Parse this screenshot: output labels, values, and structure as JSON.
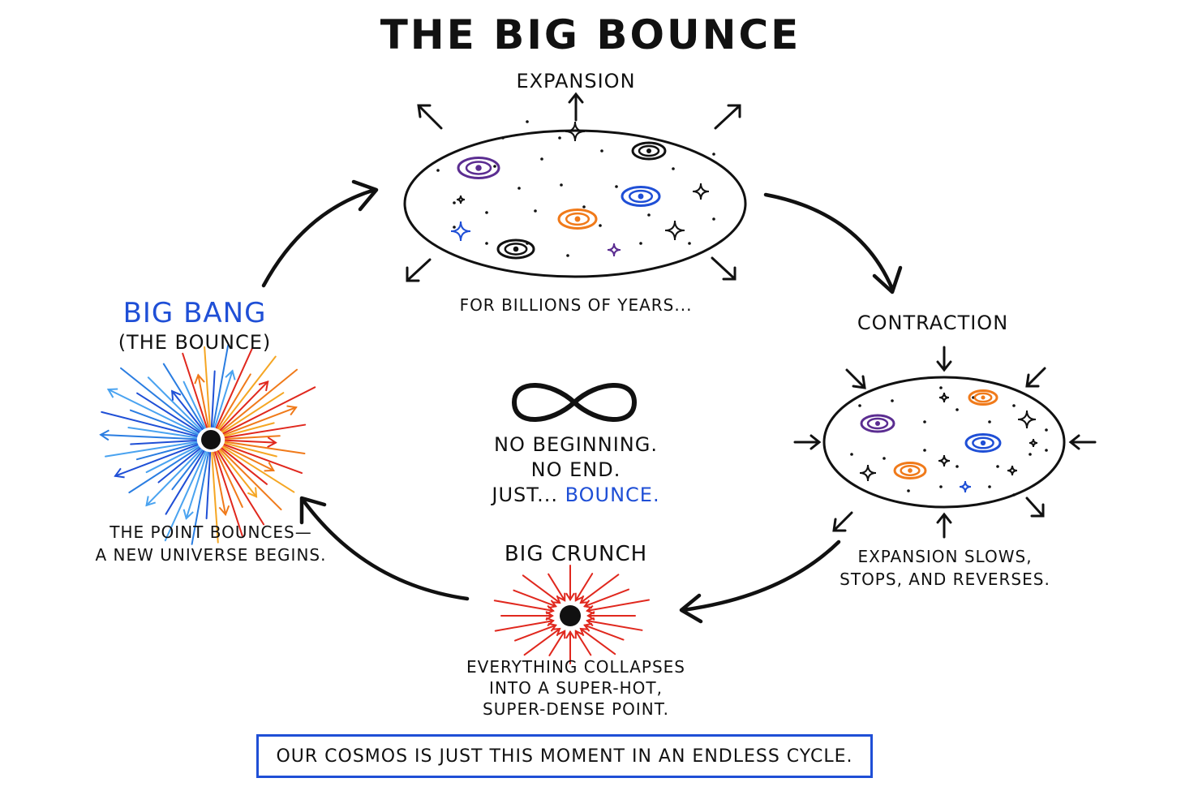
{
  "title": "THE BIG BOUNCE",
  "expansion": {
    "label": "EXPANSION",
    "caption": "FOR BILLIONS OF YEARS..."
  },
  "contraction": {
    "label": "CONTRACTION",
    "caption_lines": [
      "EXPANSION SLOWS,",
      "STOPS, AND REVERSES."
    ]
  },
  "big_bang": {
    "label": "BIG BANG",
    "sublabel": "(THE BOUNCE)",
    "caption_lines": [
      "THE POINT BOUNCES—",
      "A NEW UNIVERSE BEGINS."
    ]
  },
  "big_crunch": {
    "label": "BIG CRUNCH",
    "caption_lines": [
      "EVERYTHING COLLAPSES",
      "INTO A SUPER-HOT,",
      "SUPER-DENSE POINT."
    ]
  },
  "center": {
    "lines": [
      "NO BEGINNING.",
      "NO END."
    ],
    "last_prefix": "JUST...",
    "last_highlight": "BOUNCE."
  },
  "footer": "OUR COSMOS IS JUST THIS MOMENT IN AN ENDLESS CYCLE.",
  "colors": {
    "ink": "#111111",
    "accent_blue": "#1f4fd6",
    "galaxy_purple": "#5b2d91",
    "galaxy_orange": "#f07a1a",
    "crunch_red": "#e0281e"
  }
}
